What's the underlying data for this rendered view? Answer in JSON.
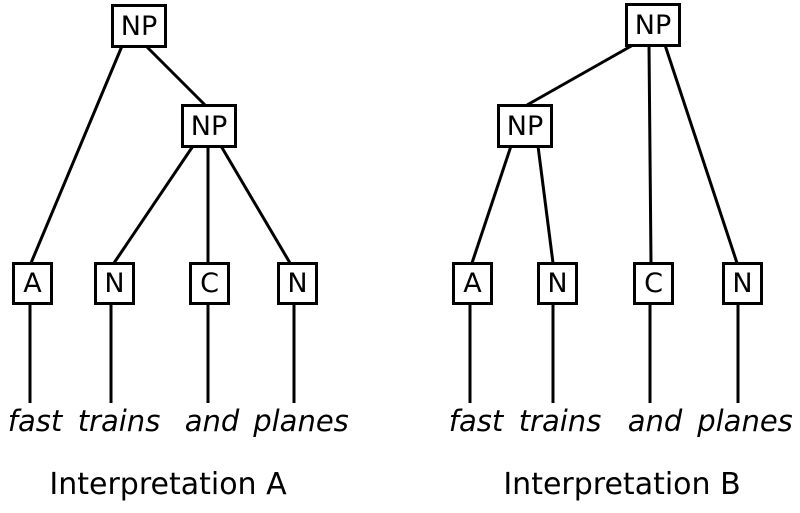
{
  "diagram": {
    "type": "syntax-trees",
    "phrase": "fast trains and planes",
    "colors": {
      "background": "#ffffff",
      "stroke": "#000000",
      "text": "#000000"
    },
    "trees": [
      {
        "id": "A",
        "caption": "Interpretation A",
        "nodes": {
          "root": "NP",
          "sub": "NP",
          "leaves": [
            "A",
            "N",
            "C",
            "N"
          ]
        },
        "words": [
          "fast",
          "trains",
          "and",
          "planes"
        ],
        "edges": [
          "root->leaf-A",
          "root->sub-NP",
          "sub-NP->leaf-N-trains",
          "sub-NP->leaf-C",
          "sub-NP->leaf-N-planes"
        ]
      },
      {
        "id": "B",
        "caption": "Interpretation B",
        "nodes": {
          "root": "NP",
          "sub": "NP",
          "leaves": [
            "A",
            "N",
            "C",
            "N"
          ]
        },
        "words": [
          "fast",
          "trains",
          "and",
          "planes"
        ],
        "edges": [
          "root->sub-NP",
          "root->leaf-C",
          "root->leaf-N-planes",
          "sub-NP->leaf-A",
          "sub-NP->leaf-N-trains"
        ]
      }
    ]
  }
}
